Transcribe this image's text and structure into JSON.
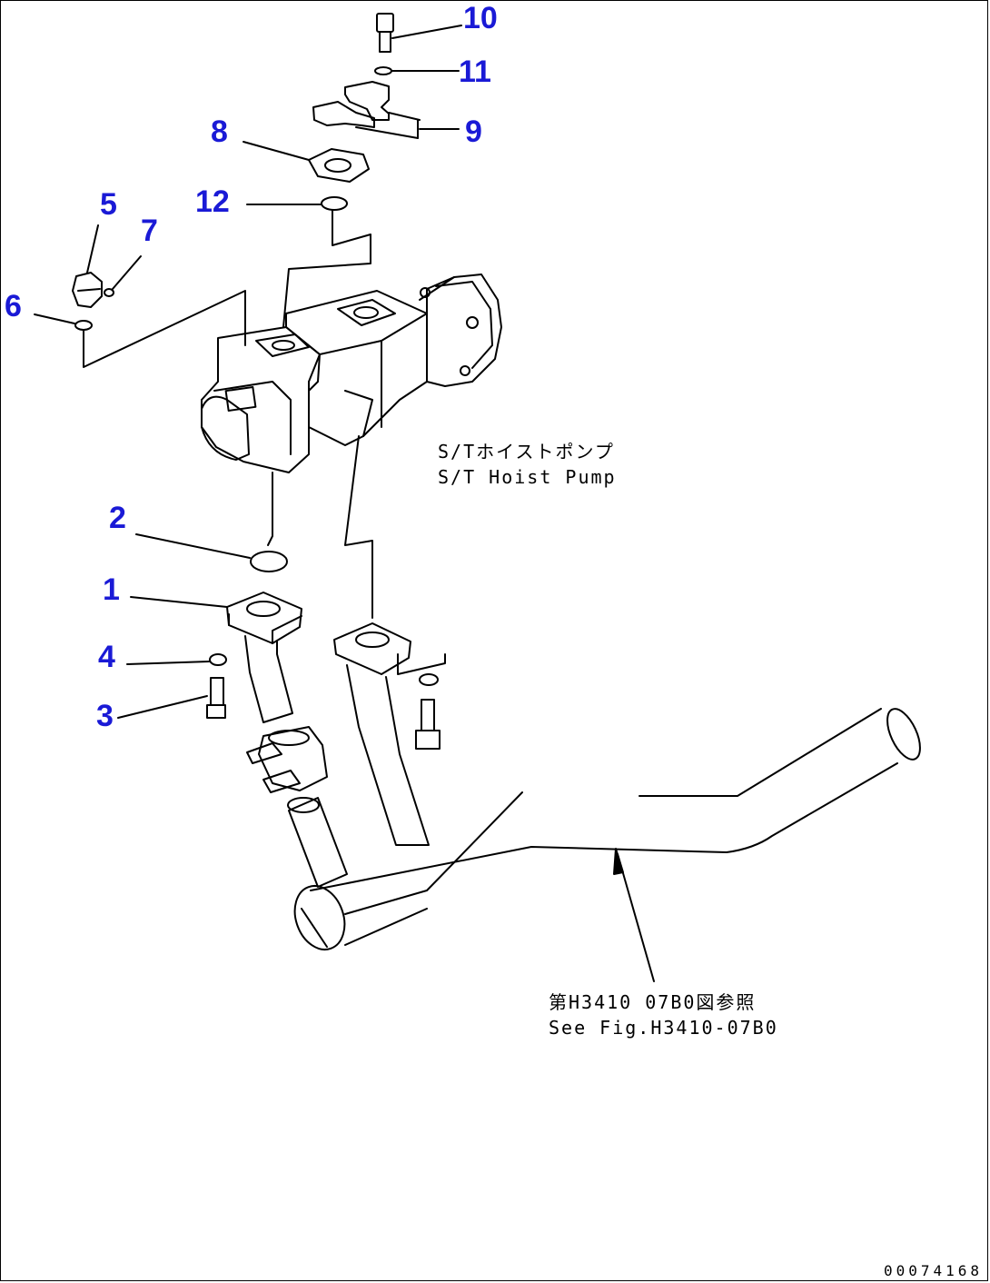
{
  "callouts": {
    "c1": "1",
    "c2": "2",
    "c3": "3",
    "c4": "4",
    "c5": "5",
    "c6": "6",
    "c7": "7",
    "c8": "8",
    "c9": "9",
    "c10": "10",
    "c11": "11",
    "c12": "12"
  },
  "pump_label": {
    "jp": "S/Tホイストポンプ",
    "en": "S/T Hoist Pump"
  },
  "reference": {
    "jp": "第H3410 07B0図参照",
    "en": "See Fig.H3410-07B0"
  },
  "document_number": "00074168",
  "colors": {
    "callout": "#1a1ad6",
    "line": "#000000",
    "background": "#ffffff"
  }
}
